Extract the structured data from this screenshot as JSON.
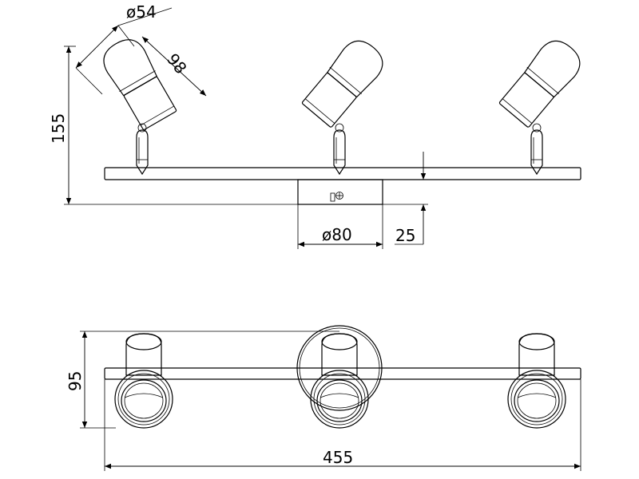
{
  "drawing": {
    "dims": {
      "shade_diameter": "ø54",
      "shade_length": "98",
      "total_height": "155",
      "base_diameter": "ø80",
      "base_height": "25",
      "depth": "95",
      "total_width": "455"
    }
  }
}
